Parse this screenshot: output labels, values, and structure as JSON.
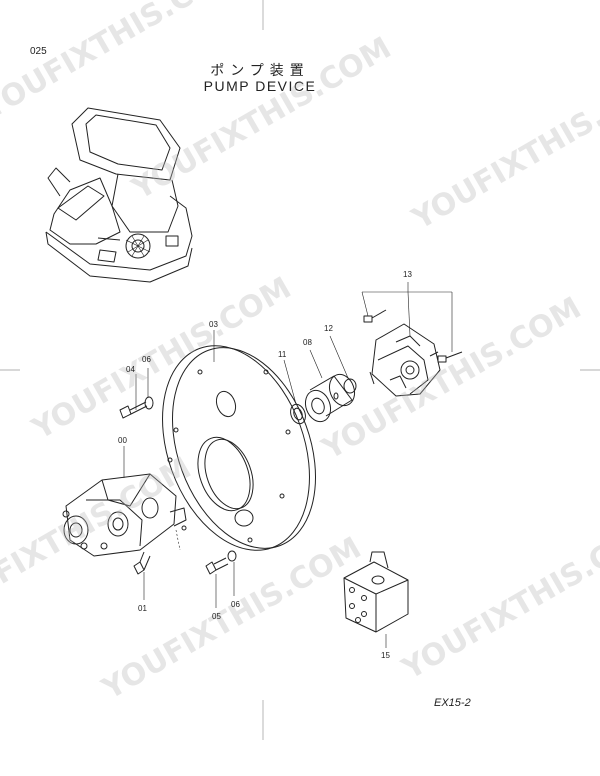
{
  "page_number": "025",
  "title_japanese": "ポンプ装置",
  "title_english": "PUMP DEVICE",
  "model_code": "EX15-2",
  "watermark_text": "YOUFIXTHIS.COM",
  "part_labels": {
    "p00": "00",
    "p01": "01",
    "p03": "03",
    "p04": "04",
    "p05": "05",
    "p06a": "06",
    "p06b": "06",
    "p08": "08",
    "p11": "11",
    "p12": "12",
    "p13": "13",
    "p15": "15"
  }
}
